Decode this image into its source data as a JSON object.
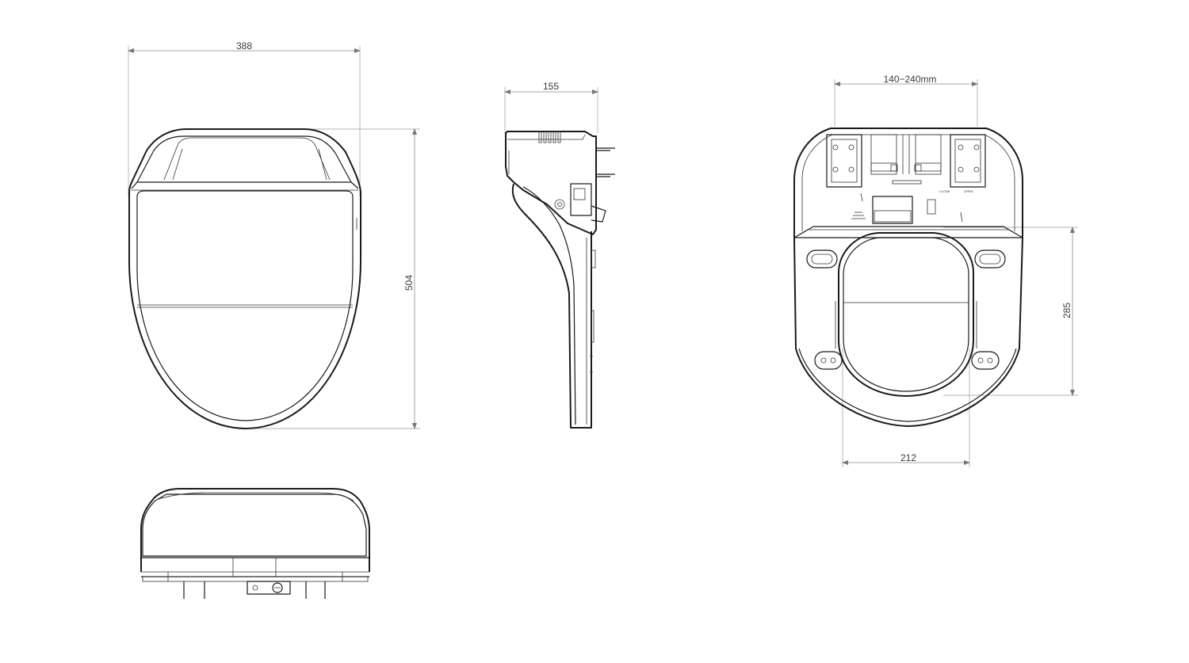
{
  "dimensions": {
    "top_view_width": "388",
    "top_view_height": "504",
    "side_view_depth": "155",
    "bottom_view_bolt_span": "140−240mm",
    "bottom_view_seat_length": "285",
    "bottom_view_seat_width": "212"
  },
  "labels": {
    "close": "CLOSE",
    "open": "OPEN"
  },
  "colors": {
    "outline": "#1a1a1a",
    "dimension_line": "#8a8a8a",
    "background": "#ffffff"
  }
}
